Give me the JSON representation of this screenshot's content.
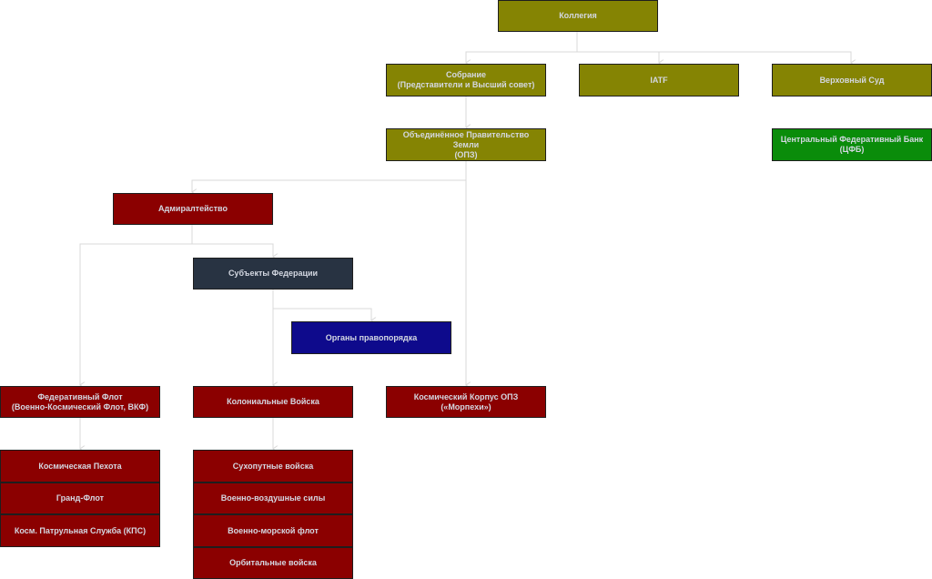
{
  "colors": {
    "olive": "#858403",
    "red": "#8b0000",
    "green": "#0a8c0a",
    "slate": "#283342",
    "navy": "#0e0a8c",
    "connector": "#d8d8d8"
  },
  "nodes": {
    "kollegiya": "Коллегия",
    "sobranie": "Собрание\n(Представители и Высший совет)",
    "iatf": "IATF",
    "verkhovny_sud": "Верховный Суд",
    "opz": "Объединённое Правительство\nЗемли\n(ОПЗ)",
    "cfb": "Центральный Федеративный Банк\n(ЦФБ)",
    "admiralteystvo": "Адмиралтейство",
    "subekty": "Субъекты Федерации",
    "organy": "Органы правопорядка",
    "federativny_flot": "Федеративный Флот\n(Военно-Космический Флот, ВКФ)",
    "kolonialnye": "Колониальные Войска",
    "kosmicheskiy_korpus": "Космический Корпус ОПЗ\n(«Морпехи»)",
    "kosm_pekhota": "Космическая Пехота",
    "grand_flot": "Гранд-Флот",
    "kps": "Косм. Патрульная Служба (КПС)",
    "sukhoputnye": "Сухопутные войска",
    "vvs": "Военно-воздушные силы",
    "vmf": "Военно-морской флот",
    "orbitalnye": "Орбитальные войска"
  }
}
